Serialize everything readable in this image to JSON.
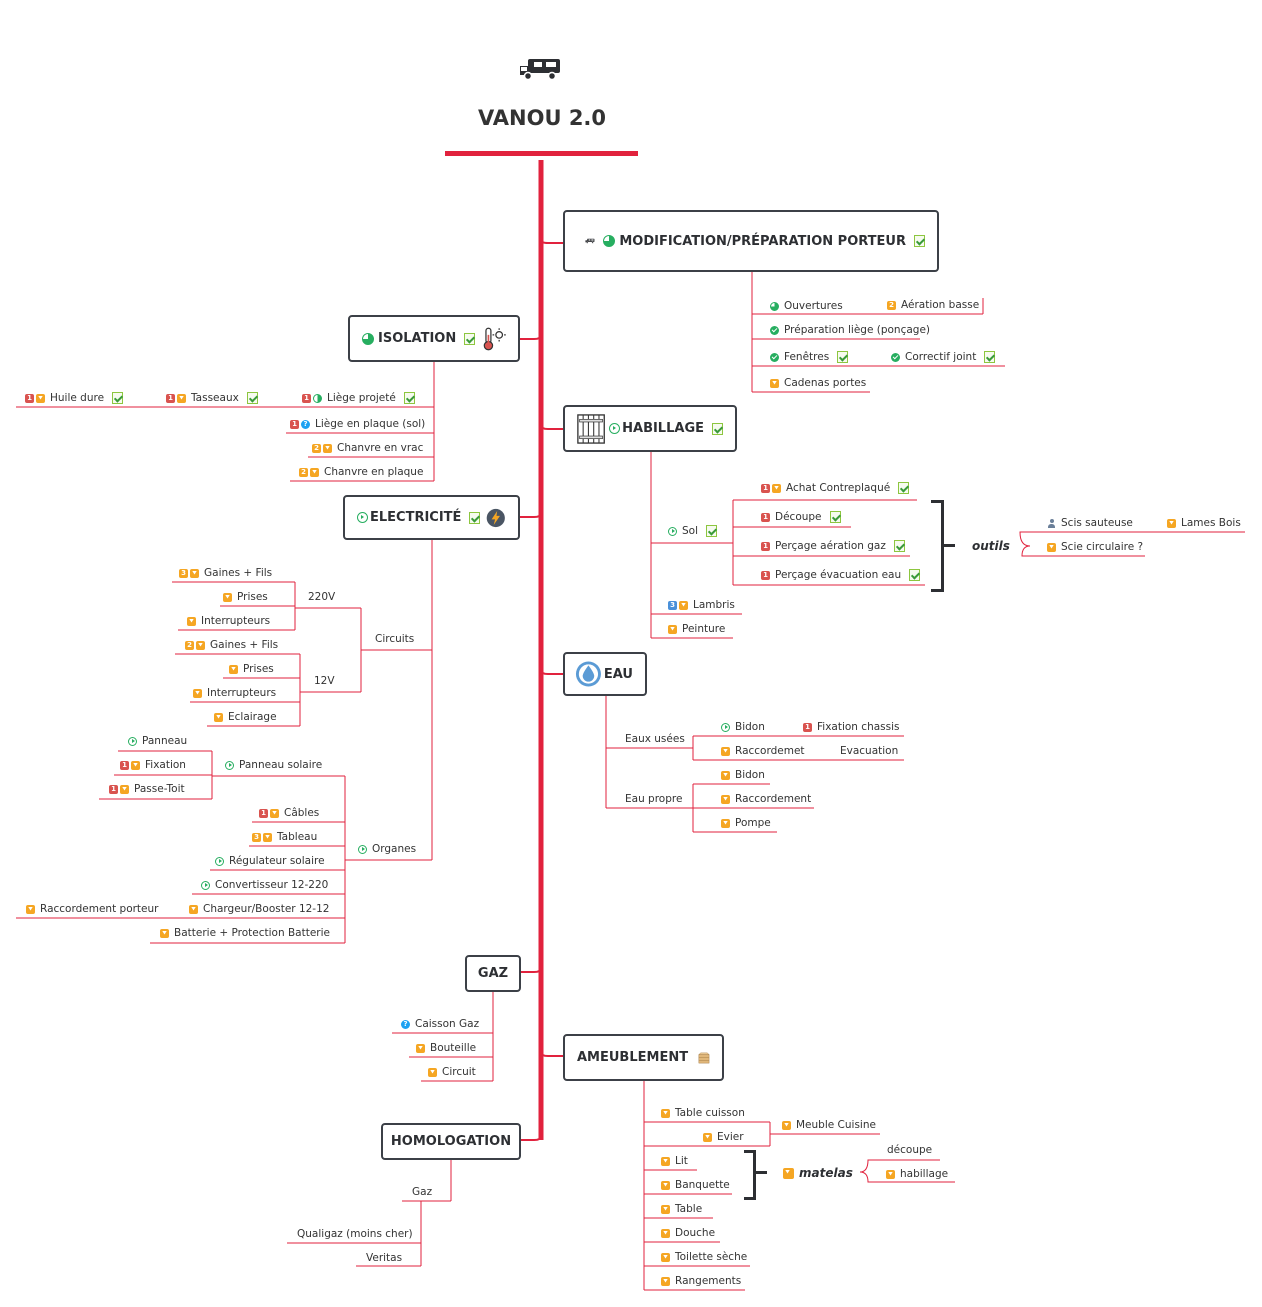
{
  "title": "VANOU 2.0",
  "colors": {
    "branch": "#e1223d",
    "box_border": "#3c4047"
  },
  "icons": [
    "van-icon",
    "thermometer-icon",
    "lightning-icon",
    "water-drop-icon",
    "wood-panel-icon",
    "crate-icon",
    "task-done-icon",
    "flag-icon",
    "priority-icon",
    "check-icon",
    "play-icon",
    "question-icon",
    "person-icon"
  ],
  "topics": {
    "modification": "MODIFICATION/PRÉPARATION PORTEUR",
    "isolation": "ISOLATION",
    "habillage": "HABILLAGE",
    "electricite": "ELECTRICITÉ",
    "eau": "EAU",
    "gaz": "GAZ",
    "ameublement": "AMEUBLEMENT",
    "homologation": "HOMOLOGATION"
  },
  "modification": {
    "ouvertures": "Ouvertures",
    "aeration_basse": "Aération basse",
    "preparation_liege": "Préparation liège (ponçage)",
    "fenetres": "Fenêtres",
    "correctif_joint": "Correctif joint",
    "cadenas": "Cadenas portes"
  },
  "isolation": {
    "huile": "Huile dure",
    "tasseaux": "Tasseaux",
    "liege_projete": "Liège projeté",
    "liege_plaque": "Liège en plaque (sol)",
    "chanvre_vrac": "Chanvre en vrac",
    "chanvre_plaque": "Chanvre en plaque"
  },
  "habillage": {
    "sol": "Sol",
    "achat": "Achat Contreplaqué",
    "decoupe": "Découpe",
    "percage_gaz": "Perçage aération gaz",
    "percage_eau": "Perçage évacuation eau",
    "outils": "outils",
    "scie_sauteuse": "Scis sauteuse",
    "lames_bois": "Lames Bois",
    "scie_circulaire": "Scie circulaire ?",
    "lambris": "Lambris",
    "peinture": "Peinture"
  },
  "electricite": {
    "circuits": "Circuits",
    "v220": "220V",
    "v12": "12V",
    "gaines1": "Gaines + Fils",
    "prises1": "Prises",
    "interrupteurs1": "Interrupteurs",
    "gaines2": "Gaines + Fils",
    "prises2": "Prises",
    "interrupteurs2": "Interrupteurs",
    "eclairage": "Eclairage",
    "organes": "Organes",
    "panneau_solaire": "Panneau solaire",
    "panneau": "Panneau",
    "fixation": "Fixation",
    "passe_toit": "Passe-Toit",
    "cables": "Câbles",
    "tableau": "Tableau",
    "regulateur": "Régulateur solaire",
    "convertisseur": "Convertisseur 12-220",
    "chargeur": "Chargeur/Booster 12-12",
    "raccordement_porteur": "Raccordement porteur",
    "batterie": "Batterie + Protection Batterie"
  },
  "eau": {
    "eaux_usees": "Eaux usées",
    "bidon1": "Bidon",
    "fixation_chassis": "Fixation chassis",
    "raccordemet": "Raccordemet",
    "evacuation": "Evacuation",
    "eau_propre": "Eau propre",
    "bidon2": "Bidon",
    "raccordement": "Raccordement",
    "pompe": "Pompe"
  },
  "gaz": {
    "caisson": "Caisson Gaz",
    "bouteille": "Bouteille",
    "circuit": "Circuit"
  },
  "ameublement": {
    "table_cuisson": "Table cuisson",
    "evier": "Evier",
    "meuble_cuisine": "Meuble Cuisine",
    "lit": "Lit",
    "banquette": "Banquette",
    "matelas": "matelas",
    "decoupe": "découpe",
    "habillage": "habillage",
    "table": "Table",
    "douche": "Douche",
    "toilette": "Toilette sèche",
    "rangements": "Rangements"
  },
  "homologation": {
    "gaz": "Gaz",
    "qualigaz": "Qualigaz (moins cher)",
    "veritas": "Veritas"
  },
  "priorities": {
    "p1": "1",
    "p2": "2",
    "p3": "3"
  }
}
